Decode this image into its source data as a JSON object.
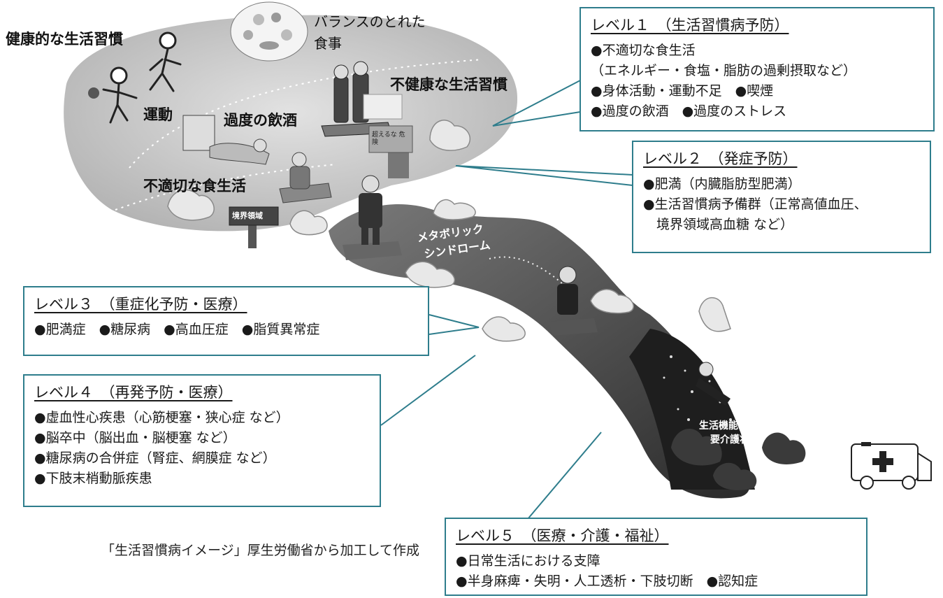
{
  "labels": {
    "healthy": "健康的な生活習慣",
    "balanced_1": "バランスのとれた",
    "balanced_2": "食事",
    "exercise": "運動",
    "unhealthy": "不健康な生活習慣",
    "drinking": "過度の飲酒",
    "diet": "不適切な食生活",
    "sign_boundary": "境界領域",
    "sign_cross": "超えるな 危険",
    "metabo_1": "メタボリック",
    "metabo_2": "シンドローム",
    "decline_1": "生活機能の低下",
    "decline_2": "要介護状態"
  },
  "levels": [
    {
      "title": "レベル１　（生活習慣病予防）",
      "items": [
        "●不適切な食生活",
        "（エネルギー・食塩・脂肪の過剰摂取など）",
        "●身体活動・運動不足　●喫煙",
        "●過度の飲酒　●過度のストレス"
      ]
    },
    {
      "title": "レベル２　（発症予防）",
      "items": [
        "●肥満（内臓脂肪型肥満）",
        "●生活習慣病予備群（正常高値血圧、",
        "　境界領域高血糖 など）"
      ]
    },
    {
      "title": "レベル３　（重症化予防・医療）",
      "items": [
        "●肥満症　●糖尿病　●高血圧症　●脂質異常症"
      ]
    },
    {
      "title": "レベル４　（再発予防・医療）",
      "items": [
        "●虚血性心疾患（心筋梗塞・狭心症 など）",
        "●脳卒中（脳出血・脳梗塞 など）",
        "●糖尿病の合併症（腎症、網膜症 など）",
        "●下肢末梢動脈疾患"
      ]
    },
    {
      "title": "レベル５　（医療・介護・福祉）",
      "items": [
        "●日常生活における支障",
        "●半身麻痺・失明・人工透析・下肢切断　●認知症"
      ]
    }
  ],
  "caption": "「生活習慣病イメージ」厚生労働省から加工して作成",
  "colors": {
    "callout_border": "#2e7d8c",
    "river": "#6b6b6b",
    "land": "#c8c8c8"
  }
}
